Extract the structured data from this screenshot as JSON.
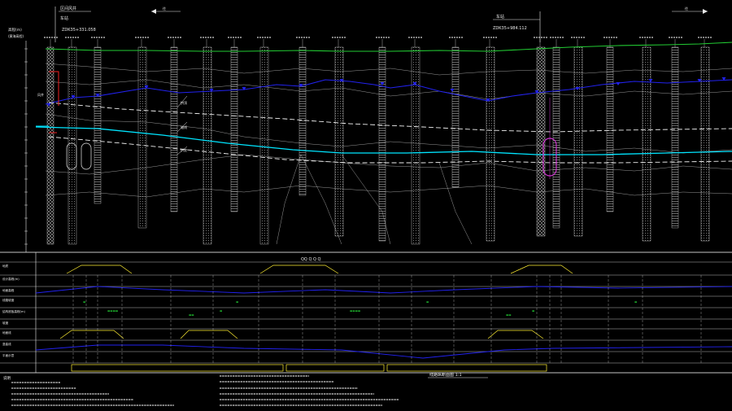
{
  "header": {
    "left_station_title": "区间风井",
    "left_station_sub": "车站",
    "left_mileage": "ZDK35+331.058",
    "mid_station_title": "车站",
    "mid_mileage": "ZDK35+984.112",
    "left_arrow_label": "往",
    "right_arrow_label": "往"
  },
  "elevation_axis": {
    "label_top": "高程(m)",
    "label_sub": "(黄海高程)"
  },
  "legend_text": "QQ Q Q Q",
  "row_labels": [
    "地质",
    "设计高程(m)",
    "地面高程",
    "线路坡度",
    "结构底板高程(m)",
    "坡度",
    "地面线",
    "竖曲线",
    "平面示意"
  ],
  "profile_labels": {
    "tunnel_top": "拱顶",
    "tunnel_axis": "轴线",
    "tunnel_bottom": "拱底",
    "shaft_note": "风井"
  },
  "notes_title": "说明",
  "bottom_title": "线路纵断面图 1:1",
  "colors": {
    "ground": "#22cc33",
    "water": "#2222ee",
    "tunnel": "#00e5ff",
    "lines": "#e8e8e8",
    "yellow": "#ffee33",
    "magenta": "#cc33cc",
    "red": "#ee2222"
  }
}
